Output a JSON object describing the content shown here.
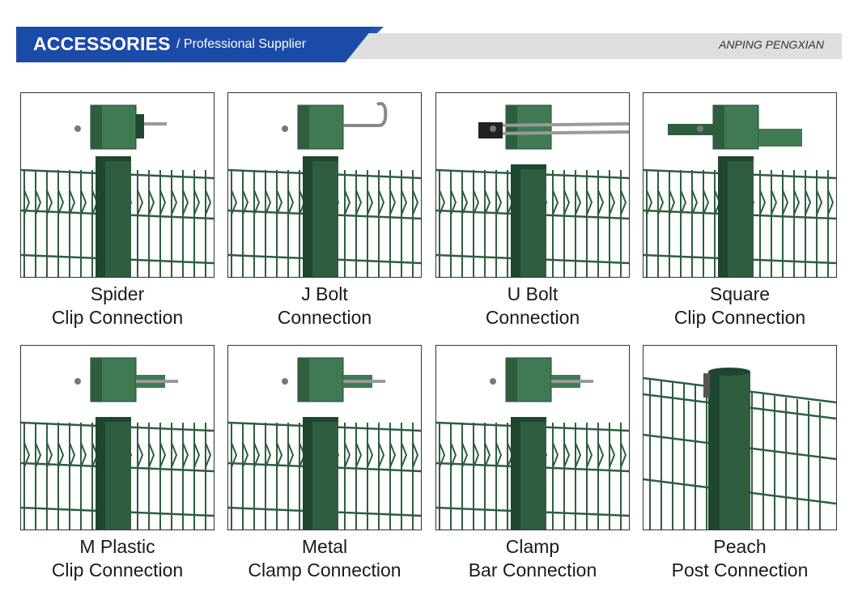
{
  "header": {
    "title": "ACCESSORIES",
    "subtitle": "/ Professional Supplier",
    "brand": "ANPING PENGXIAN"
  },
  "colors": {
    "brand_blue": "#1c4aa7",
    "fence_green": "#2e5e3d",
    "header_grey": "#dedede"
  },
  "cards": [
    {
      "line1": "Spider",
      "line2": "Clip Connection",
      "image": "spider-clip-connection"
    },
    {
      "line1": "J Bolt",
      "line2": "Connection",
      "image": "j-bolt-connection"
    },
    {
      "line1": "U Bolt",
      "line2": "Connection",
      "image": "u-bolt-connection"
    },
    {
      "line1": "Square",
      "line2": "Clip Connection",
      "image": "square-clip-connection"
    },
    {
      "line1": "M Plastic",
      "line2": "Clip Connection",
      "image": "m-plastic-clip-connection"
    },
    {
      "line1": "Metal",
      "line2": "Clamp Connection",
      "image": "metal-clamp-connection"
    },
    {
      "line1": "Clamp",
      "line2": "Bar Connection",
      "image": "clamp-bar-connection"
    },
    {
      "line1": "Peach",
      "line2": "Post Connection",
      "image": "peach-post-connection"
    }
  ]
}
